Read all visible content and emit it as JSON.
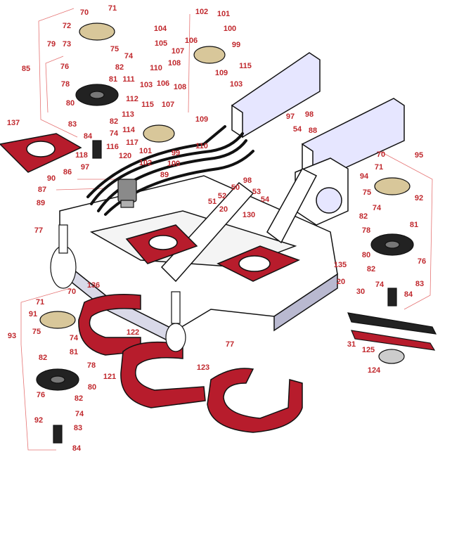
{
  "diagram": {
    "colors": {
      "callout": "#c0282d",
      "leader": "#e57373",
      "red_part": "#b71c2c",
      "tan_part": "#d8c79a",
      "frame_blue": "#e6e6ff",
      "ink": "#111111"
    },
    "callouts": [
      "70",
      "71",
      "72",
      "73",
      "79",
      "85",
      "76",
      "78",
      "80",
      "83",
      "84",
      "75",
      "74",
      "82",
      "81",
      "104",
      "105",
      "102",
      "101",
      "100",
      "106",
      "99",
      "107",
      "108",
      "110",
      "109",
      "115",
      "103",
      "111",
      "112",
      "113",
      "114",
      "117",
      "116",
      "118",
      "120",
      "97",
      "86",
      "90",
      "87",
      "89",
      "137",
      "98",
      "54",
      "88",
      "52",
      "51",
      "50",
      "53",
      "20",
      "130",
      "77",
      "136",
      "135",
      "95",
      "94",
      "92",
      "30",
      "31",
      "125",
      "124",
      "93",
      "91",
      "121",
      "122",
      "123"
    ]
  }
}
